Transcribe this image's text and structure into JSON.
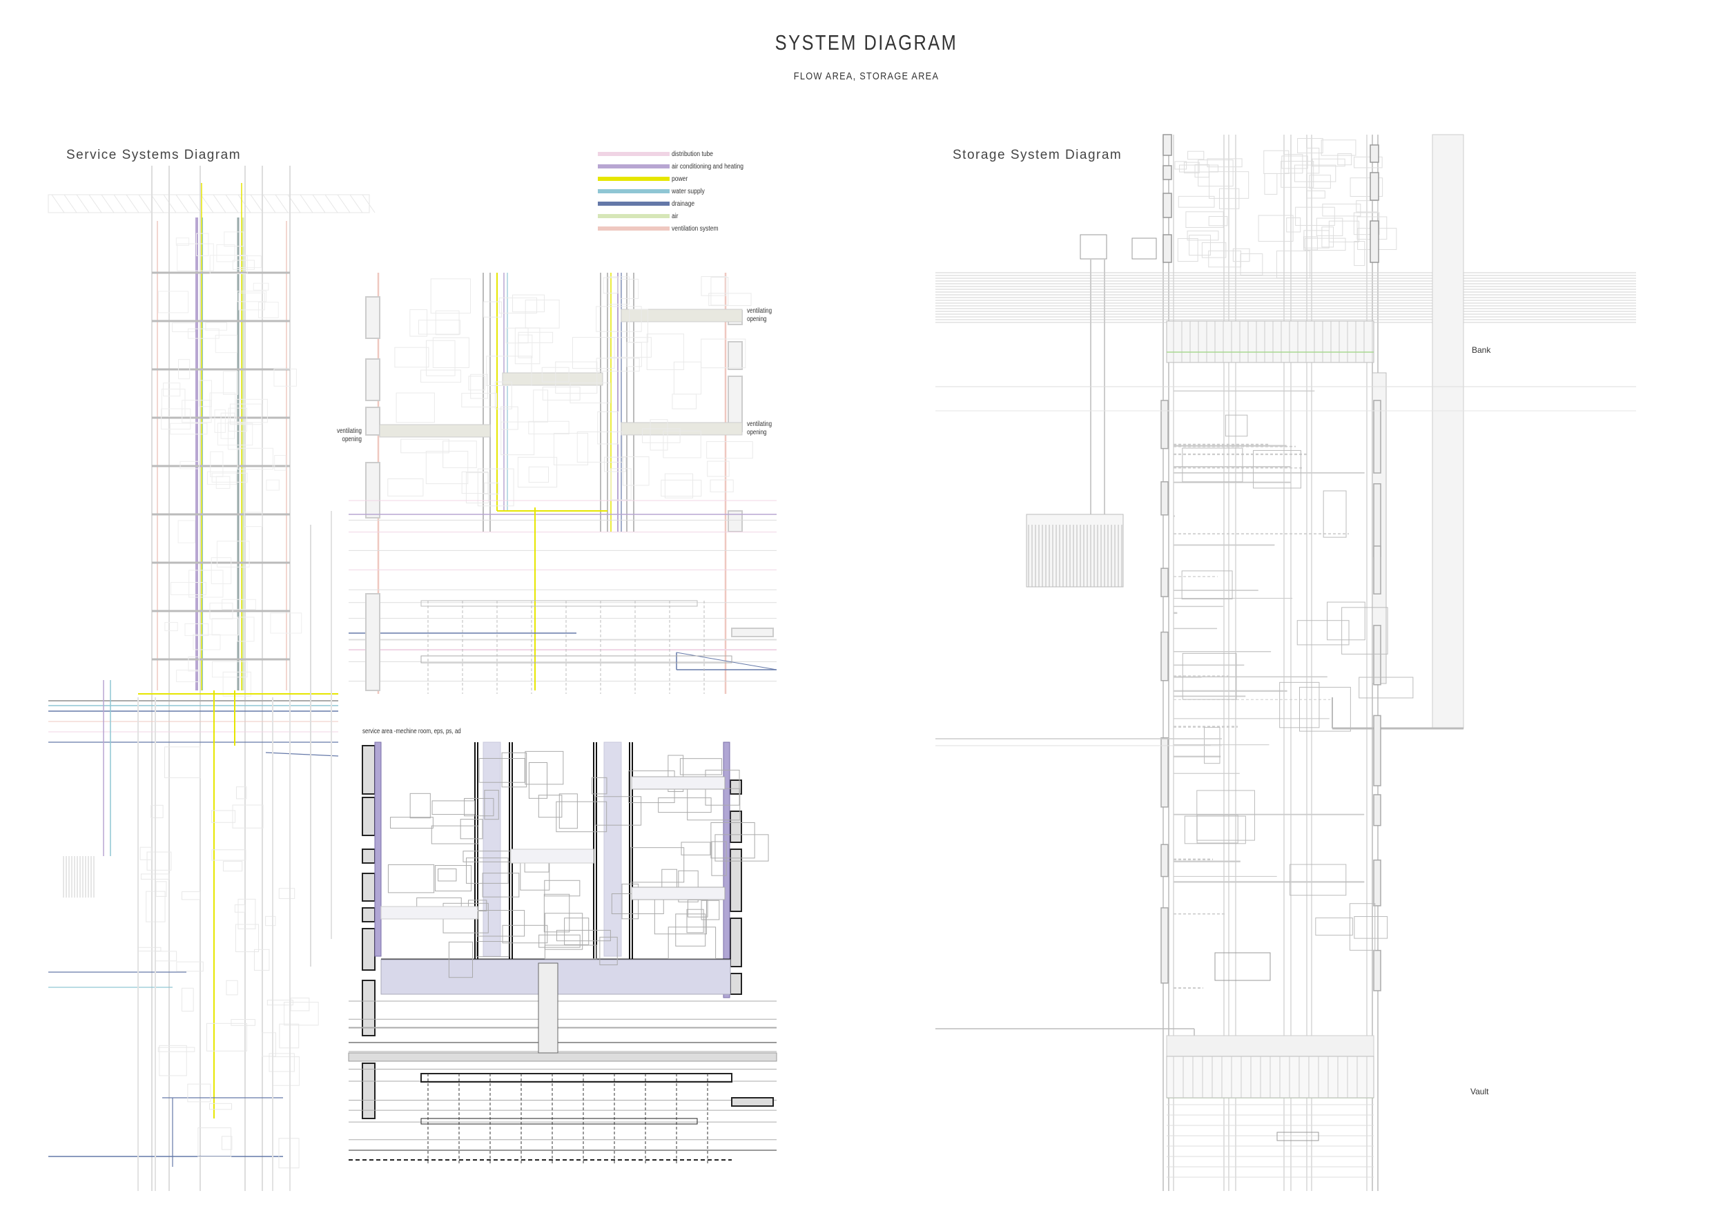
{
  "header": {
    "title": "SYSTEM DIAGRAM",
    "subtitle": "FLOW AREA, STORAGE AREA"
  },
  "service_diagram": {
    "title": "Service Systems Diagram",
    "labels": {
      "ventilating_left": "ventilating opening",
      "ventilating_right_1": "ventilating opening",
      "ventilating_right_2": "ventilating opening",
      "service_area": "service area -mechine room, eps, ps, ad"
    }
  },
  "legend": [
    {
      "label": "distribution tube",
      "color": "#f0d4e4"
    },
    {
      "label": "air conditioning and heating",
      "color": "#b8a6d2"
    },
    {
      "label": "power",
      "color": "#e6e600"
    },
    {
      "label": "water supply",
      "color": "#8fc6d4"
    },
    {
      "label": "drainage",
      "color": "#6478a8"
    },
    {
      "label": "air",
      "color": "#d6e6b8"
    },
    {
      "label": "ventilation system",
      "color": "#efc8c0"
    }
  ],
  "storage_diagram": {
    "title": "Storage System Diagram",
    "labels": {
      "bank": "Bank",
      "vault": "Vault"
    }
  }
}
